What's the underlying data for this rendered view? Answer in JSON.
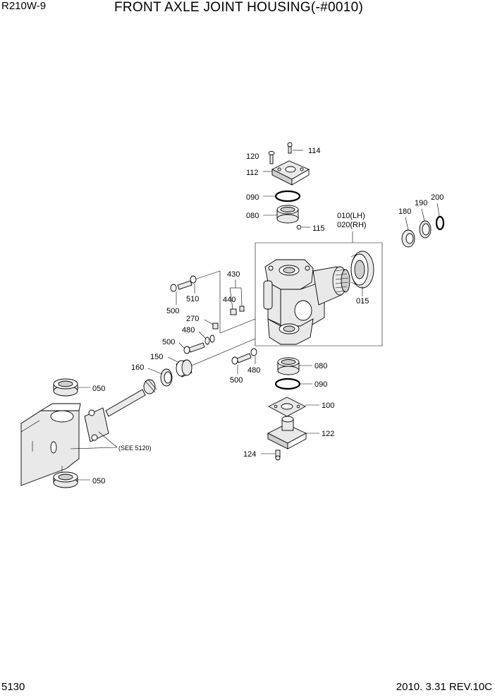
{
  "header": {
    "model": "R210W-9",
    "title": "FRONT AXLE JOINT HOUSING(-#0010)"
  },
  "footer": {
    "page": "5130",
    "revision": "2010. 3.31  REV.10C"
  },
  "parts": {
    "p120": "120",
    "p114": "114",
    "p112": "112",
    "p090_top": "090",
    "p080_top": "080",
    "p115": "115",
    "p010": "010(LH)",
    "p020": "020(RH)",
    "p180": "180",
    "p190": "190",
    "p200": "200",
    "p015": "015",
    "p430": "430",
    "p440": "440",
    "p510": "510",
    "p500_a": "500",
    "p270": "270",
    "p480_a": "480",
    "p500_b": "500",
    "p150": "150",
    "p160": "160",
    "p500_c": "500",
    "p480_b": "480",
    "p080_bot": "080",
    "p090_bot": "090",
    "p100": "100",
    "p122": "122",
    "p124": "124",
    "p050_top": "050",
    "p050_bot": "050",
    "see_ref": "(SEE 5120)"
  }
}
